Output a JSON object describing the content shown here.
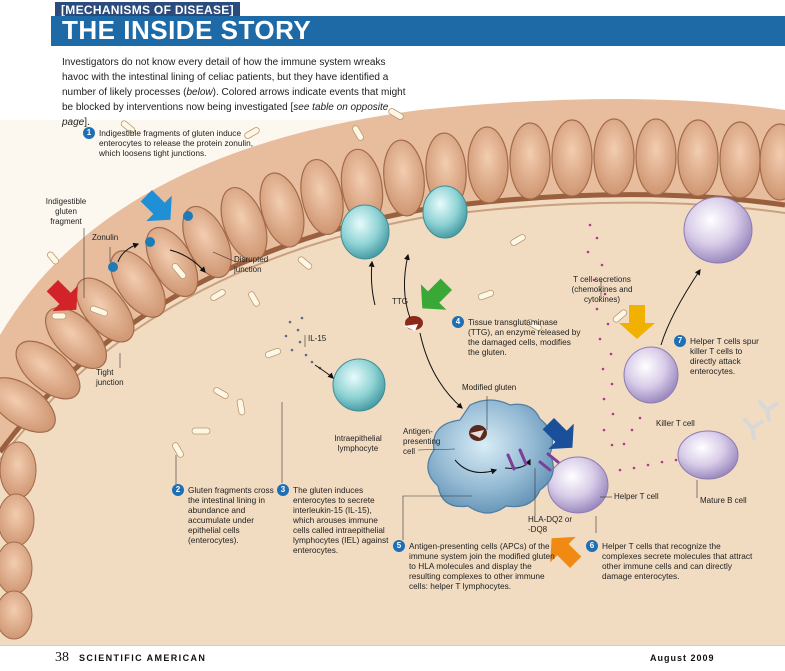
{
  "header": {
    "kicker": "[MECHANISMS OF DISEASE]",
    "title": "THE INSIDE STORY"
  },
  "intro": {
    "text_a": "Investigators do not know every detail of how the immune system wreaks havoc with the intestinal lining of celiac patients, but they have identified a number of likely processes (",
    "text_em": "below",
    "text_b": "). Colored arrows indicate events that might be blocked by interventions now being investigated [",
    "text_em2": "see table on opposite page",
    "text_c": "]."
  },
  "labels": {
    "indigestible_gluten_fragment": "Indigestible gluten fragment",
    "zonulin": "Zonulin",
    "disrupted_junction": "Disrupted junction",
    "tight_junction": "Tight junction",
    "il15": "IL-15",
    "intraepithelial_lymphocyte": "Intraepithelial lymphocyte",
    "ttg": "TTG",
    "t_cell_secretions": "T cell secretions (chemokines and cytokines)",
    "modified_gluten": "Modified gluten",
    "antigen_presenting_cell": "Antigen-presenting cell",
    "hla": "HLA-DQ2 or -DQ8",
    "helper_t_cell": "Helper T cell",
    "killer_t_cell": "Killer T cell",
    "mature_b_cell": "Mature B cell"
  },
  "steps": [
    {
      "num": "1",
      "text": "Indigestible fragments of gluten induce enterocytes to release the protein zonulin, which loosens tight junctions."
    },
    {
      "num": "2",
      "text": "Gluten fragments cross the intestinal lining in abundance and accumulate under epithelial cells (enterocytes)."
    },
    {
      "num": "3",
      "text": "The gluten induces enterocytes to secrete interleukin-15 (IL-15), which arouses immune cells called intraepithelial lymphocytes (IEL) against enterocytes."
    },
    {
      "num": "4",
      "text": "Tissue transglutaminase (TTG), an enzyme released by the damaged cells, modifies the gluten."
    },
    {
      "num": "5",
      "text": "Antigen-presenting cells (APCs) of the immune system join the modified gluten to HLA molecules and display the resulting complexes to other immune cells: helper T lymphocytes."
    },
    {
      "num": "6",
      "text": "Helper T cells that recognize the complexes secrete molecules that attract other immune cells and can directly damage enterocytes."
    },
    {
      "num": "7",
      "text": "Helper T cells spur killer T cells to directly attack enterocytes."
    }
  ],
  "footer": {
    "page_number": "38",
    "magazine": "SCIENTIFIC AMERICAN",
    "date": "August 2009"
  },
  "colors": {
    "title_bar": "#1e6aa7",
    "kicker": "#2a4b7c",
    "step_badge": "#1f6fb5",
    "arrow_blue": "#1f8fd6",
    "arrow_red": "#d2232a",
    "arrow_green": "#3aa836",
    "arrow_yellow": "#f0b100",
    "arrow_navy": "#1a4f9a",
    "arrow_orange": "#f08a12",
    "lumen": "#fdf8ef",
    "tissue": "#f1dcc2",
    "membrane": "#b47a54",
    "enterocyte": "#e8b99a"
  }
}
